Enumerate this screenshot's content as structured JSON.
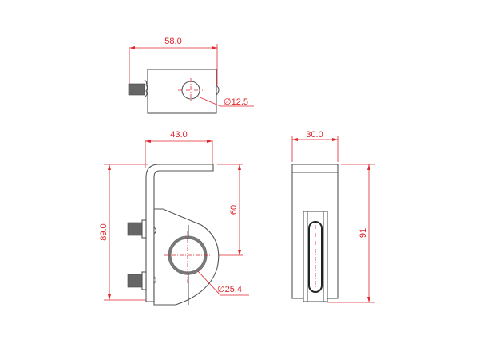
{
  "drawing": {
    "title": "Bracket clamp technical drawing",
    "dimension_color": "#e0252b",
    "outline_color": "#555555",
    "views": {
      "top": {
        "width_label": "58.0",
        "hole_diameter_label": "∅12.5"
      },
      "front": {
        "width_label": "43.0",
        "height_label": "89.0",
        "center_height_label": "60",
        "tube_diameter_label": "∅25.4"
      },
      "side": {
        "width_label": "30.0",
        "height_label": "91"
      }
    }
  }
}
